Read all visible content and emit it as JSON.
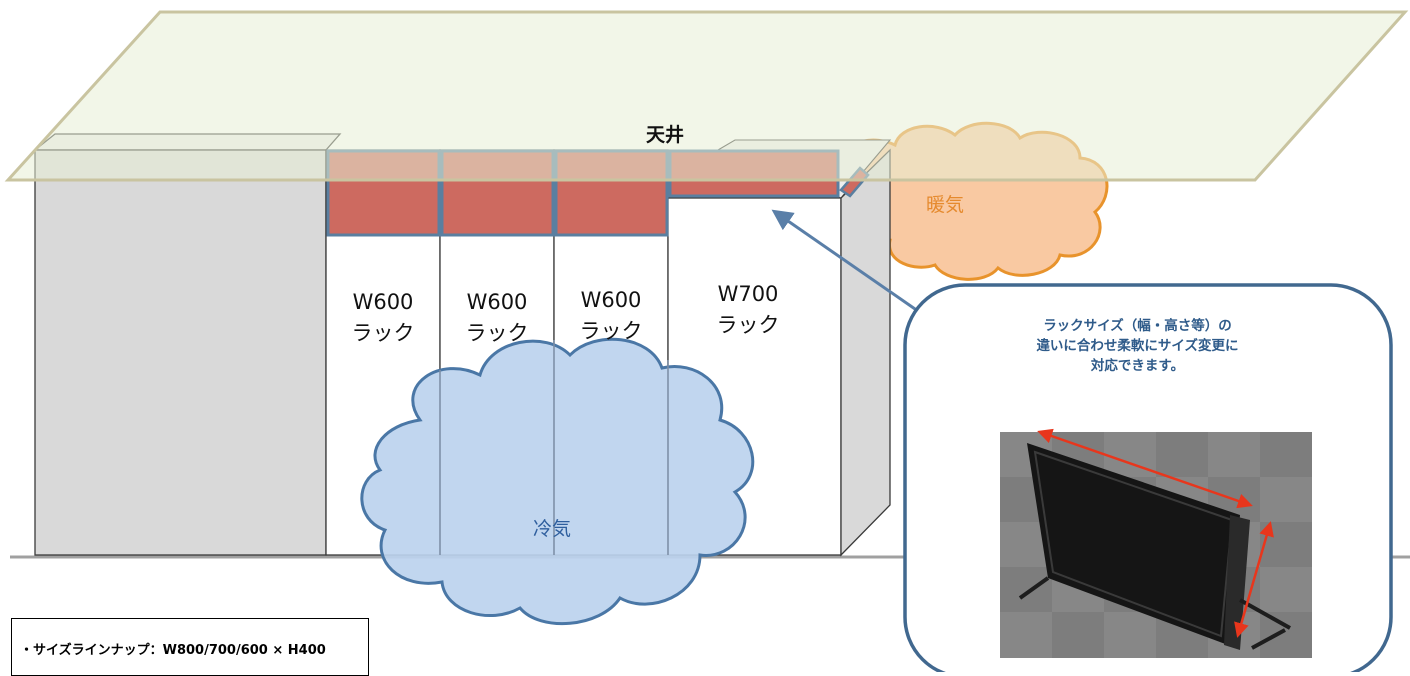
{
  "labels": {
    "ceiling": "天井",
    "warm_air": "暖気",
    "cool_air": "冷気"
  },
  "racks": [
    {
      "width_label": "W600",
      "type_label": "ラック"
    },
    {
      "width_label": "W600",
      "type_label": "ラック"
    },
    {
      "width_label": "W600",
      "type_label": "ラック"
    },
    {
      "width_label": "W700",
      "type_label": "ラック"
    }
  ],
  "callout": {
    "lines": [
      "ラックサイズ（幅・高さ等）の",
      "違いに合わせ柔軟にサイズ変更に",
      "対応できます。"
    ]
  },
  "spec": {
    "text": "・サイズラインナップ：W800/700/600 × H400"
  },
  "colors": {
    "ceiling_fill": "#e8eed6",
    "ceiling_edge": "#c9c4a0",
    "panel_fill": "#cd6a60",
    "panel_border": "#5a7fa0",
    "warm_cloud_fill": "#f9c9a2",
    "warm_cloud_edge": "#e8932c",
    "cool_cloud_fill": "#bcd3ee",
    "cool_cloud_edge": "#4a77a6",
    "callout_border": "#41688f",
    "arrow_blue": "#5a7fa8",
    "arrow_red": "#e8361c",
    "rack_side": "#d9d9d9",
    "floor_line": "#a0a0a0"
  }
}
